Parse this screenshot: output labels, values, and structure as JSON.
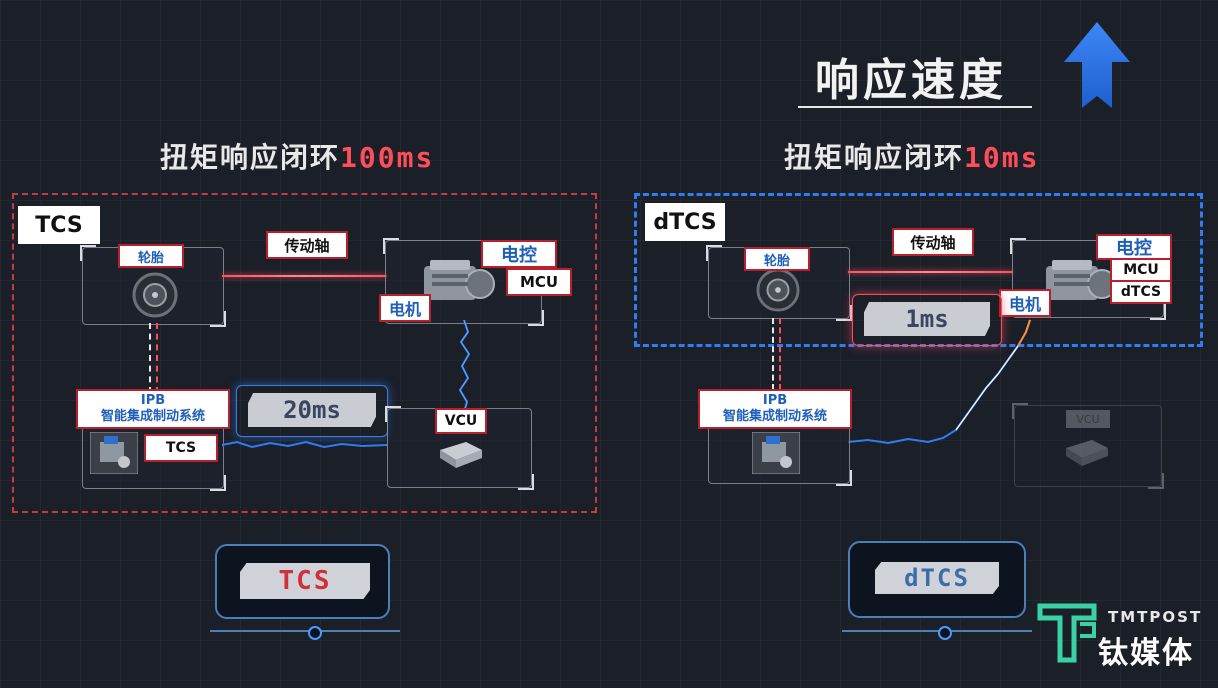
{
  "header": {
    "title": "响应速度"
  },
  "left": {
    "title_prefix": "扭矩响应闭环",
    "title_ms": "100ms",
    "system": "TCS",
    "tire": "轮胎",
    "shaft": "传动轴",
    "motor": "电机",
    "controller": "电控",
    "mcu": "MCU",
    "ipb_line1": "IPB",
    "ipb_line2": "智能集成制动系统",
    "tcs_tag": "TCS",
    "vcu": "VCU",
    "timer": "20ms",
    "badge": "TCS"
  },
  "right": {
    "title_prefix": "扭矩响应闭环",
    "title_ms": "10ms",
    "system": "dTCS",
    "tire": "轮胎",
    "shaft": "传动轴",
    "motor": "电机",
    "controller": "电控",
    "mcu": "MCU",
    "dtcs_tag": "dTCS",
    "ipb_line1": "IPB",
    "ipb_line2": "智能集成制动系统",
    "vcu": "VCU",
    "timer": "1ms",
    "badge": "dTCS"
  },
  "watermark": {
    "brand_en": "TMTPOST",
    "brand_cn": "钛媒体"
  },
  "colors": {
    "accent_red": "#ff4d5a",
    "accent_blue": "#2f7df0",
    "label_border": "#b8202b"
  }
}
